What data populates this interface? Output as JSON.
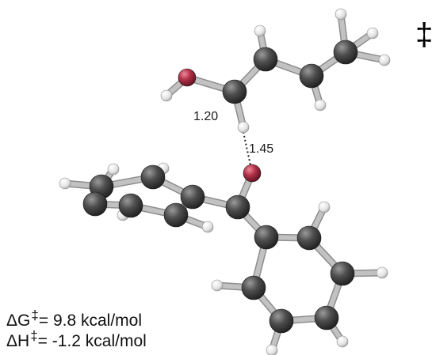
{
  "transition_state_mark": "‡",
  "distances": {
    "ch_bond": "1.20",
    "ho_contact": "1.45"
  },
  "energies": {
    "dG_symbol": "ΔG",
    "dG_dagger": "‡",
    "dG_value": "= 9.8 kcal/mol",
    "dH_symbol": "ΔH",
    "dH_dagger": "‡",
    "dH_value": "= -1.2 kcal/mol"
  },
  "colors": {
    "carbon": "#4a4a4a",
    "oxygen": "#b8344a",
    "hydrogen": "#ececec",
    "bond": "#c2c2c2"
  }
}
